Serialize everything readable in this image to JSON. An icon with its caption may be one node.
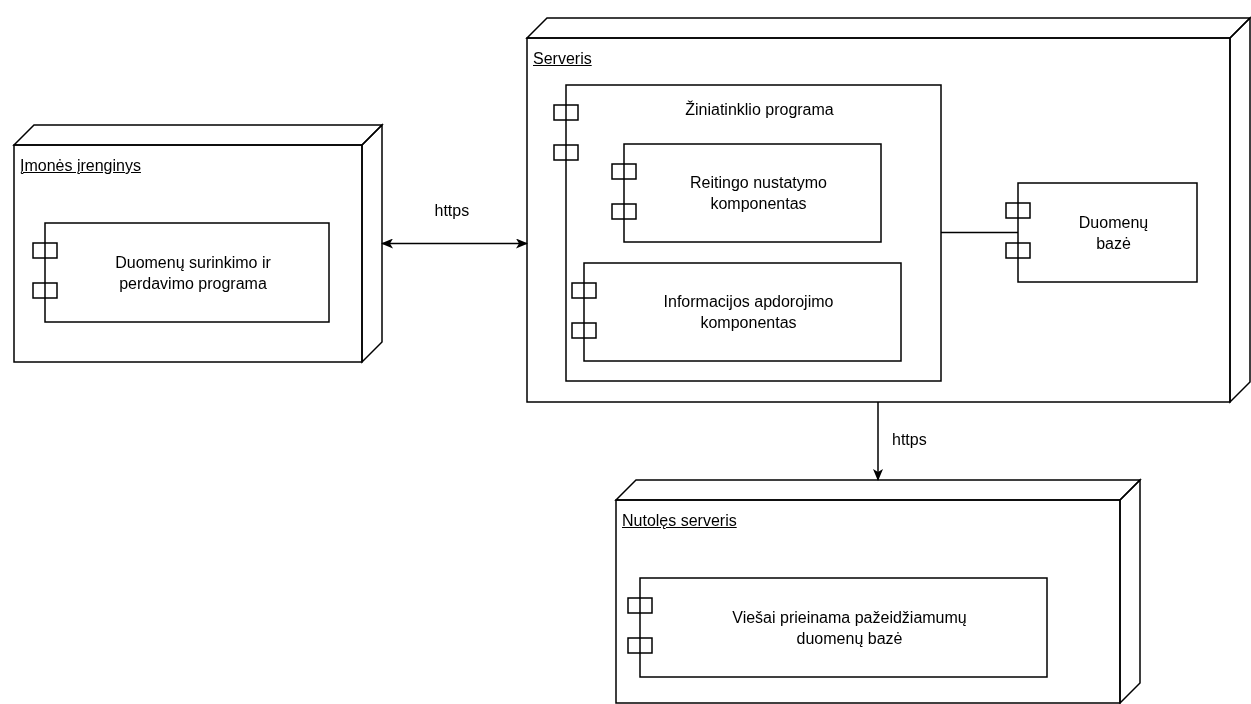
{
  "diagram": {
    "nodes": [
      {
        "text": [
          "Įmonės įrenginys"
        ]
      },
      {
        "text": [
          "Duomenų surinkimo ir perdavimo programa"
        ],
        "in": 0
      },
      {
        "text": [
          "Serveris"
        ]
      },
      {
        "text": [
          "Žiniatinklio programa"
        ],
        "in": 2
      },
      {
        "text": [
          "Reitingo nustatymo komponentas"
        ],
        "in": 3
      },
      {
        "text": [
          "Informacijos apdorojimo komponentas"
        ],
        "in": 3
      },
      {
        "text": [
          "Duomenų bazė"
        ],
        "in": 2
      },
      {
        "text": [
          "Nutolęs serveris"
        ]
      },
      {
        "text": [
          "Viešai prieinama pažeidžiamumų duomenų bazė"
        ],
        "in": 7
      }
    ],
    "edges": [
      {
        "from": 0,
        "to": 2,
        "arrow": "both",
        "label": "https"
      },
      {
        "from": 3,
        "to": 6,
        "arrow": "none"
      },
      {
        "from": 2,
        "to": 7,
        "arrow": "to",
        "label": "https"
      }
    ]
  }
}
